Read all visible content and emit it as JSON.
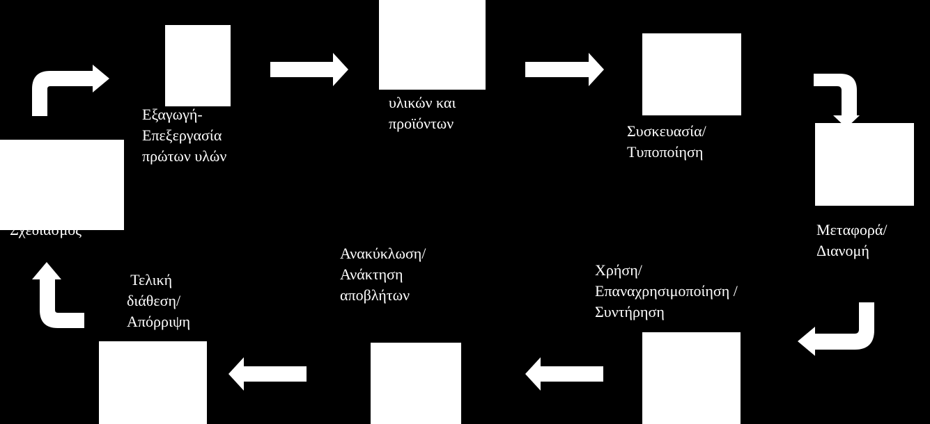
{
  "colors": {
    "background": "#000000",
    "foreground": "#ffffff"
  },
  "stages": {
    "design": {
      "label": "Σχεδιασμός"
    },
    "extraction": {
      "label": "Εξαγωγή-\nΕπεξεργασία\nπρώτων υλών"
    },
    "manufacturing": {
      "label": "υλικών και\nπροϊόντων"
    },
    "packaging": {
      "label": "Συσκευασία/\nΤυποποίηση"
    },
    "transport": {
      "label": "Μεταφορά/\nΔιανομή"
    },
    "use": {
      "label": "Χρήση/\nΕπαναχρησιμοποίηση /\nΣυντήρηση"
    },
    "recycling": {
      "label": "Ανακύκλωση/\nΑνάκτηση\nαποβλήτων"
    },
    "disposal": {
      "label": " Τελική\nδιάθεση/\nΑπόρριψη"
    }
  }
}
